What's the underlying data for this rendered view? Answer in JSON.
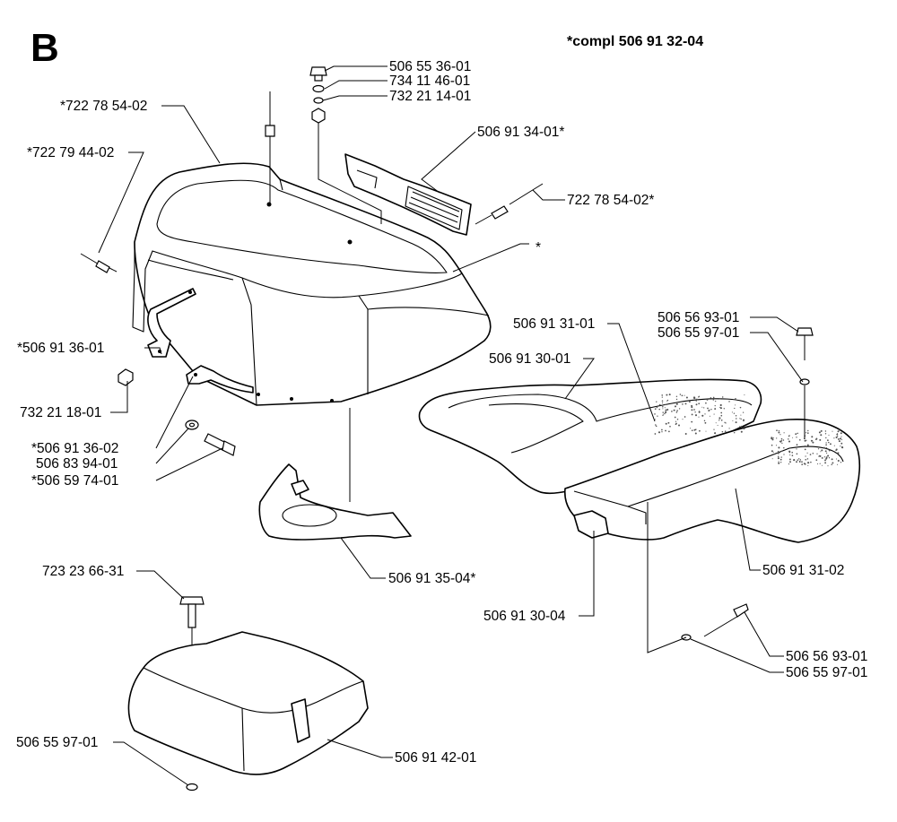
{
  "section_letter": "B",
  "assembly_note": "*compl 506 91 32-04",
  "callouts": [
    {
      "id": "c01",
      "text": "506 55 36-01"
    },
    {
      "id": "c02",
      "text": "734 11 46-01"
    },
    {
      "id": "c03",
      "text": "732 21 14-01"
    },
    {
      "id": "c04",
      "text": "*722 78 54-02"
    },
    {
      "id": "c05",
      "text": "506 91 34-01*"
    },
    {
      "id": "c06",
      "text": "*722 79 44-02"
    },
    {
      "id": "c07",
      "text": "722 78 54-02*"
    },
    {
      "id": "c08",
      "text": "*"
    },
    {
      "id": "c09",
      "text": "506 91 31-01"
    },
    {
      "id": "c10",
      "text": "506 56 93-01"
    },
    {
      "id": "c11",
      "text": "506 55 97-01"
    },
    {
      "id": "c12",
      "text": "*506 91 36-01"
    },
    {
      "id": "c13",
      "text": "506 91 30-01"
    },
    {
      "id": "c14",
      "text": "732 21 18-01"
    },
    {
      "id": "c15",
      "text": "*506 91 36-02"
    },
    {
      "id": "c16",
      "text": "506 83 94-01"
    },
    {
      "id": "c17",
      "text": "*506 59 74-01"
    },
    {
      "id": "c18",
      "text": "506 91 35-04*"
    },
    {
      "id": "c19",
      "text": "506 91 31-02"
    },
    {
      "id": "c20",
      "text": "723 23 66-31"
    },
    {
      "id": "c21",
      "text": "506 91 30-04"
    },
    {
      "id": "c22",
      "text": "506 56 93-01"
    },
    {
      "id": "c23",
      "text": "506 55 97-01"
    },
    {
      "id": "c24",
      "text": "506 55 97-01"
    },
    {
      "id": "c25",
      "text": "506 91 42-01"
    }
  ]
}
